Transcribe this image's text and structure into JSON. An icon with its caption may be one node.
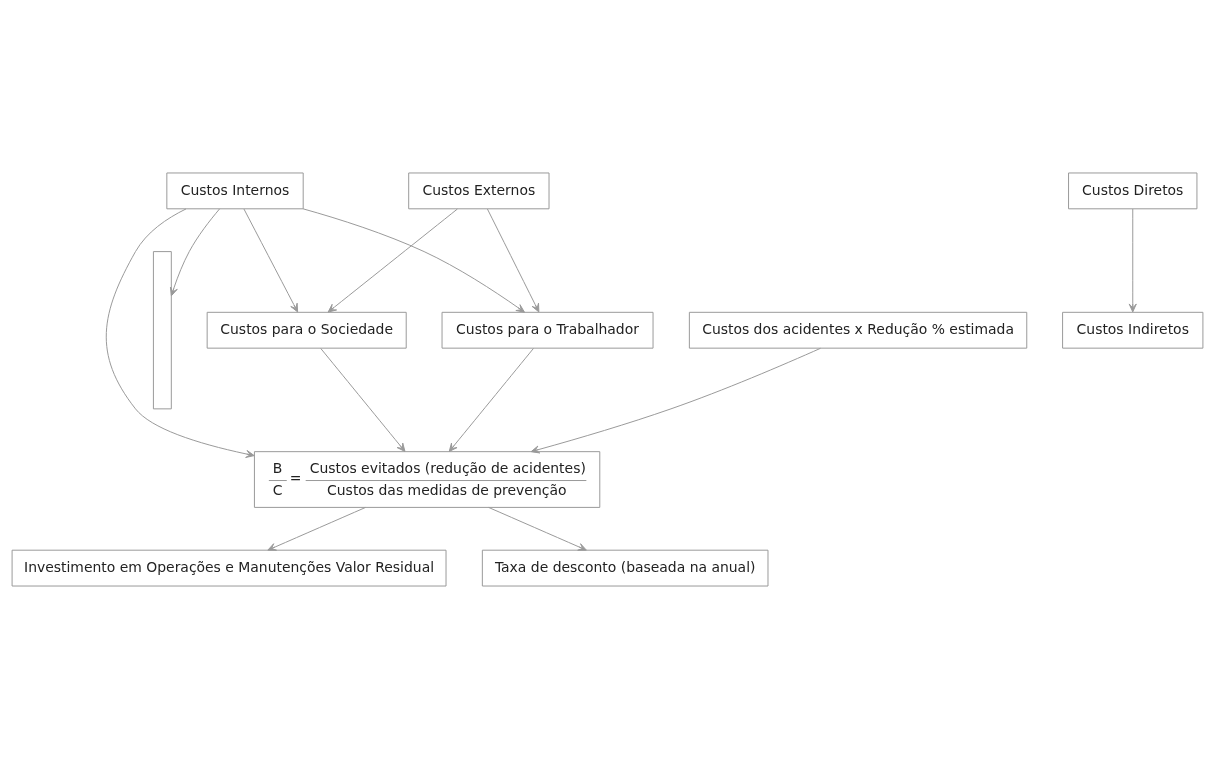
{
  "diagram": {
    "nodes": [
      {
        "text": [
          "Custos Externos"
        ]
      },
      {
        "text": [
          "Custos Internos"
        ]
      },
      {
        "text": [
          "Custos para o Trabalhador"
        ]
      },
      {
        "text": [
          "Custos para o Sociedade"
        ]
      },
      {
        "text": [],
        "shape": "bar"
      },
      {
        "text": [
          "Custos Diretos"
        ]
      },
      {
        "text": [
          "Custos Indiretos"
        ]
      },
      {
        "text": [
          "Custos dos acidentes x Redução % estimada"
        ]
      },
      {
        "text": [
          "B",
          "C",
          "=",
          "Custos evitados (redução de acidentes)",
          "Custos das medidas de prevenção"
        ]
      },
      {
        "text": [
          "Investimento em Operações e Manutenções Valor Residual"
        ]
      },
      {
        "text": [
          "Taxa de desconto (baseada na anual)"
        ]
      }
    ],
    "edges": [
      {
        "from": 0,
        "to": 2,
        "arrow": "to"
      },
      {
        "from": 0,
        "to": 3,
        "arrow": "to"
      },
      {
        "from": 1,
        "to": 2,
        "arrow": "to"
      },
      {
        "from": 1,
        "to": 3,
        "arrow": "to"
      },
      {
        "from": 1,
        "to": 4,
        "arrow": "to"
      },
      {
        "from": 1,
        "to": 8,
        "arrow": "to"
      },
      {
        "from": 5,
        "to": 6,
        "arrow": "to"
      },
      {
        "from": 2,
        "to": 8,
        "arrow": "to"
      },
      {
        "from": 3,
        "to": 8,
        "arrow": "to"
      },
      {
        "from": 7,
        "to": 8,
        "arrow": "to"
      },
      {
        "from": 8,
        "to": 9,
        "arrow": "to"
      },
      {
        "from": 8,
        "to": 10,
        "arrow": "to"
      }
    ]
  }
}
